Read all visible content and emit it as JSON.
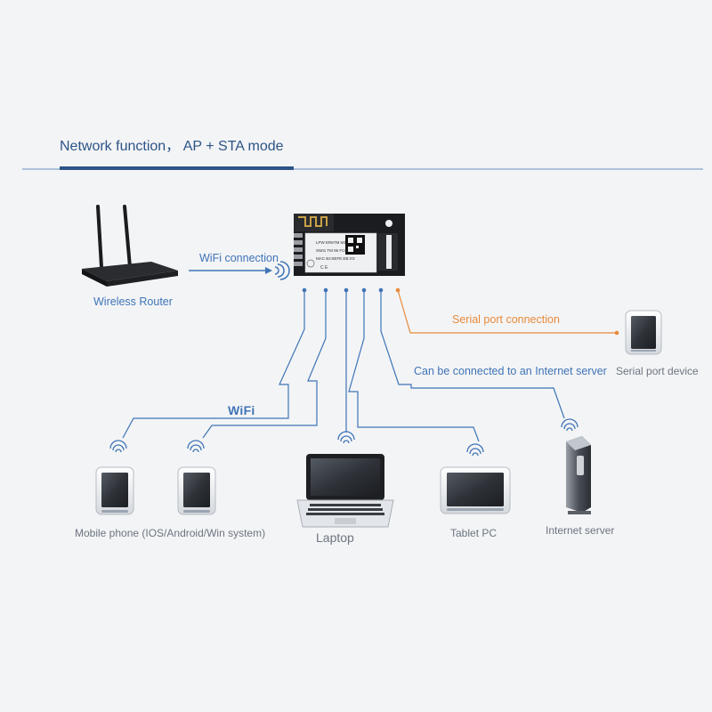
{
  "header": {
    "title": "Network function，  AP + STA mode"
  },
  "module": {
    "label_line1": "LPW ER6TM 6G",
    "label_line2": "SN01 TM 96 FCC",
    "label_line3": "MAC B4:8EFE:EB:XX"
  },
  "devices": {
    "router": "Wireless Router",
    "serial": "Serial port device",
    "mobile": "Mobile phone (IOS/Android/Win system)",
    "laptop": "Laptop",
    "tablet": "Tablet PC",
    "server": "Internet server"
  },
  "connections": {
    "wifi_connection": "WiFi connection",
    "serial_port_connection": "Serial port connection",
    "internet_server": "Can be connected to an Internet server",
    "wifi": "WiFi"
  },
  "colors": {
    "title": "#2c5486",
    "line_blue": "#3f74b6",
    "line_orange": "#e88a3a",
    "label_gray": "#6d7580"
  },
  "icons": [
    "wifi-icon",
    "router-icon",
    "module-icon",
    "phone-icon",
    "laptop-icon",
    "tablet-icon",
    "server-icon",
    "serial-device-icon"
  ]
}
